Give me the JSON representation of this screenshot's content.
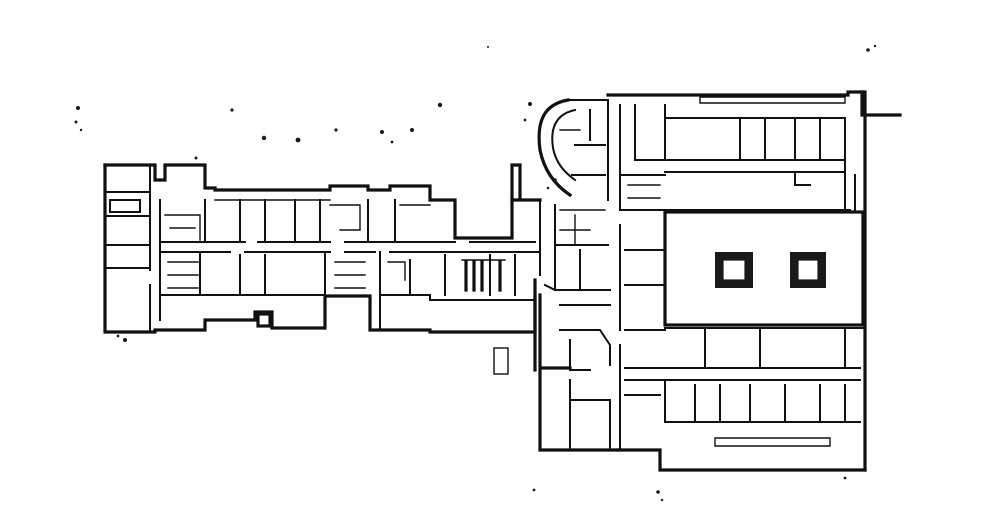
{
  "map": {
    "type": "occupancy-floor-plan",
    "background_color": "#ffffff",
    "wall_color": "#111111",
    "wings": [
      "west-wing",
      "connector-corridor",
      "east-wing"
    ],
    "courtyard_pillars": 2
  }
}
